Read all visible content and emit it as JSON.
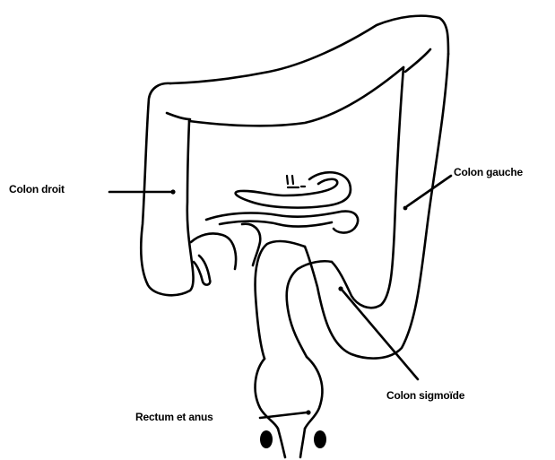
{
  "labels": {
    "right_colon": "Colon droit",
    "left_colon": "Colon gauche",
    "sigmoid_colon": "Colon sigmoïde",
    "rectum_anus": "Rectum et anus"
  },
  "colors": {
    "stroke": "#000000",
    "background": "#ffffff"
  }
}
